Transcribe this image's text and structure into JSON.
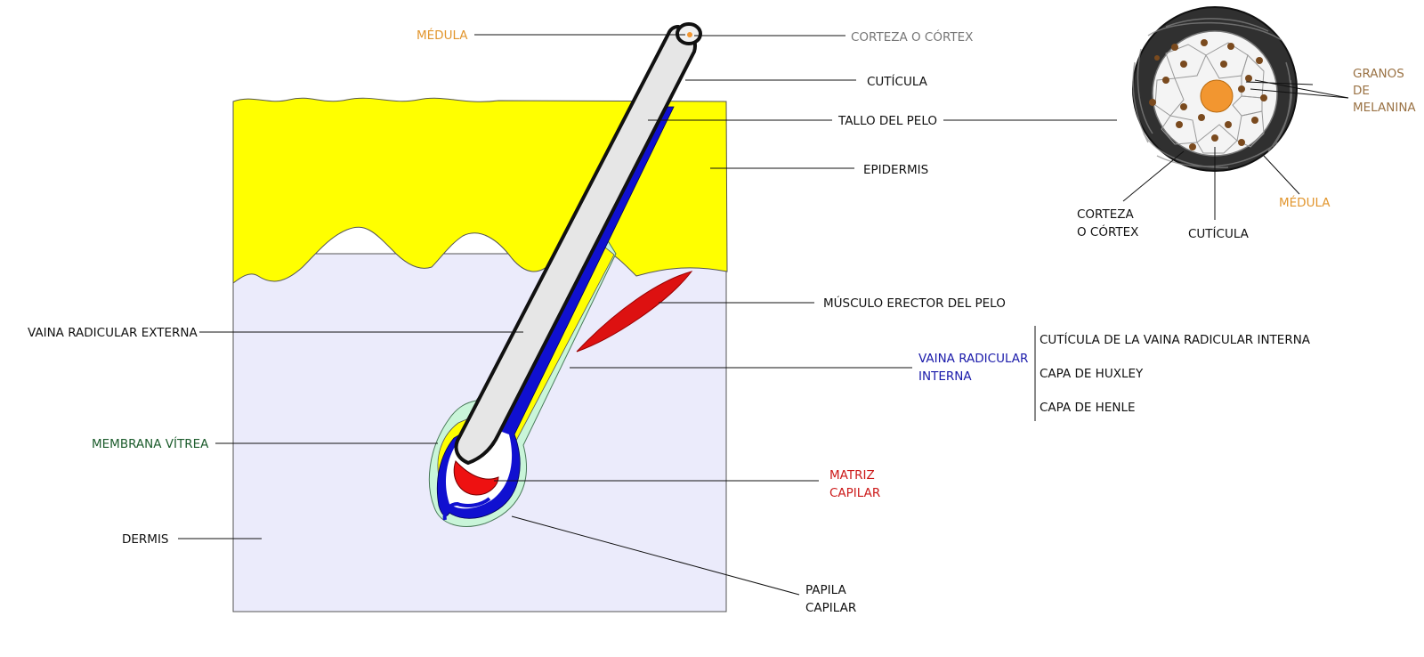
{
  "colors": {
    "epidermis": "#ffff00",
    "dermis": "#ebebfb",
    "outer_sheath": "#c9f5d9",
    "inner_sheath": "#1010d0",
    "shaft": "#e6e6e6",
    "matrix": "#ee1111",
    "muscle": "#dd1111",
    "medulla": "#f29630",
    "label_default": "#111111",
    "label_medula": "#e2962e",
    "label_corteza_top": "#777777",
    "label_granos": "#9a7244",
    "label_vaina_interna": "#1a1aaa",
    "label_membrana": "#1c5c2c",
    "label_matriz": "#cc1a1a",
    "melanin": "#7a4a1e"
  },
  "labels": {
    "medula_top": "MÉDULA",
    "corteza_top": "CORTEZA O CÓRTEX",
    "cuticula_top": "CUTÍCULA",
    "tallo": "TALLO DEL PELO",
    "epidermis": "EPIDERMIS",
    "musculo": "MÚSCULO ERECTOR DEL PELO",
    "vaina_externa": "VAINA RADICULAR EXTERNA",
    "vaina_interna_1": "VAINA RADICULAR",
    "vaina_interna_2": "INTERNA",
    "cuticula_vaina": "CUTÍCULA DE LA VAINA RADICULAR INTERNA",
    "capa_huxley": "CAPA DE HUXLEY",
    "capa_henle": "CAPA DE HENLE",
    "membrana": "MEMBRANA VÍTREA",
    "matriz_1": "MATRIZ",
    "matriz_2": "CAPILAR",
    "dermis": "DERMIS",
    "papila_1": "PAPILA",
    "papila_2": "CAPILAR",
    "granos_1": "GRANOS",
    "granos_2": "DE",
    "granos_3": "MELANINA",
    "corteza_cs_1": "CORTEZA",
    "corteza_cs_2": "O CÓRTEX",
    "cuticula_cs": "CUTÍCULA",
    "medula_cs": "MÉDULA"
  }
}
